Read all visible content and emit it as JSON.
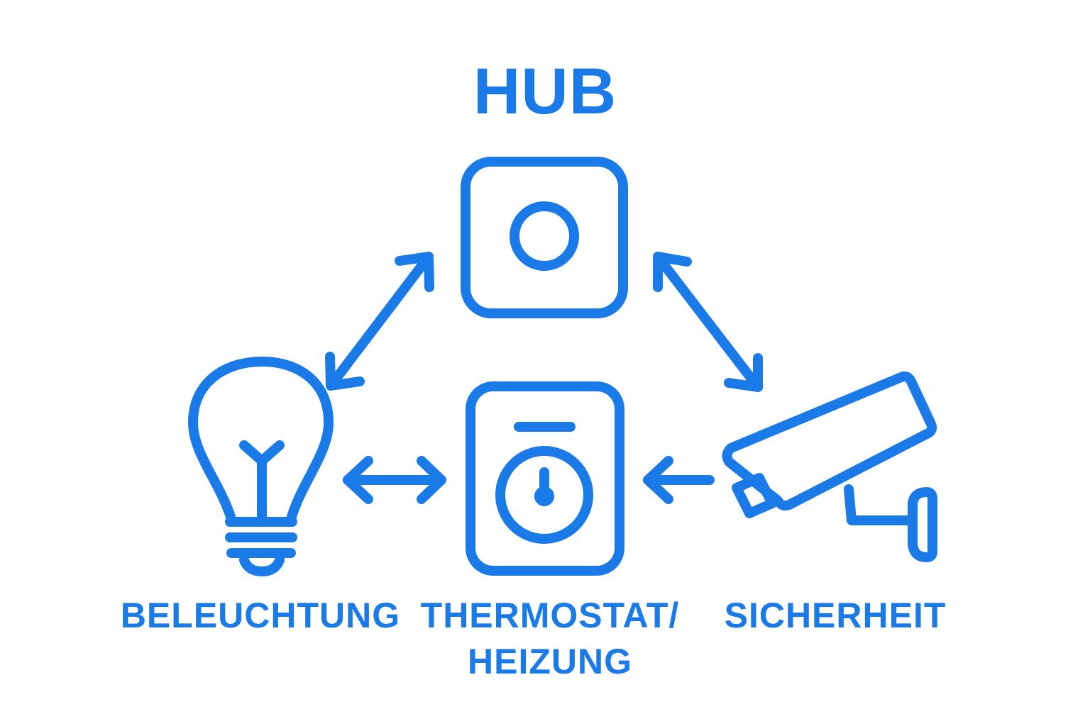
{
  "diagram": {
    "title": "HUB",
    "accent_color": "#1a7ae8",
    "background_color": "#ffffff",
    "nodes": [
      {
        "id": "hub",
        "icon": "hub-device-icon",
        "label": ""
      },
      {
        "id": "lighting",
        "icon": "light-bulb-icon",
        "label": "BELEUCHTUNG"
      },
      {
        "id": "thermostat",
        "icon": "thermostat-icon",
        "label_line1": "THERMOSTAT/",
        "label_line2": "HEIZUNG"
      },
      {
        "id": "security",
        "icon": "security-camera-icon",
        "label": "SICHERHEIT"
      }
    ],
    "connections": [
      {
        "from": "hub",
        "to": "lighting",
        "direction": "bidirectional"
      },
      {
        "from": "hub",
        "to": "security",
        "direction": "bidirectional"
      },
      {
        "from": "lighting",
        "to": "thermostat",
        "direction": "bidirectional"
      },
      {
        "from": "security",
        "to": "thermostat",
        "direction": "one-way"
      }
    ]
  }
}
